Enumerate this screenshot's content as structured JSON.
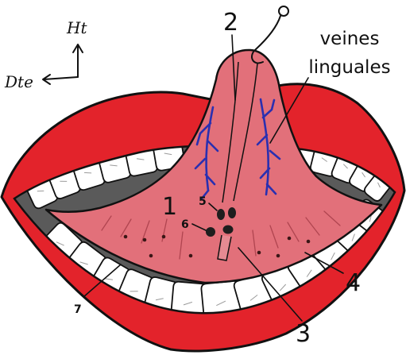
{
  "orientation": {
    "vertical_label": "Ht",
    "horizontal_label": "Dte"
  },
  "labels": {
    "label_1": "1",
    "label_2": "2",
    "label_3": "3",
    "label_4": "4",
    "label_5": "5",
    "label_6": "6",
    "label_7": "7",
    "veins_line1": "veines",
    "veins_line2": "linguales"
  },
  "colors": {
    "lips": "#e3232b",
    "mouth_cavity": "#5a5a5a",
    "tongue": "#e2707a",
    "veins": "#2a2fb0",
    "teeth": "#ffffff",
    "outline": "#111111"
  }
}
